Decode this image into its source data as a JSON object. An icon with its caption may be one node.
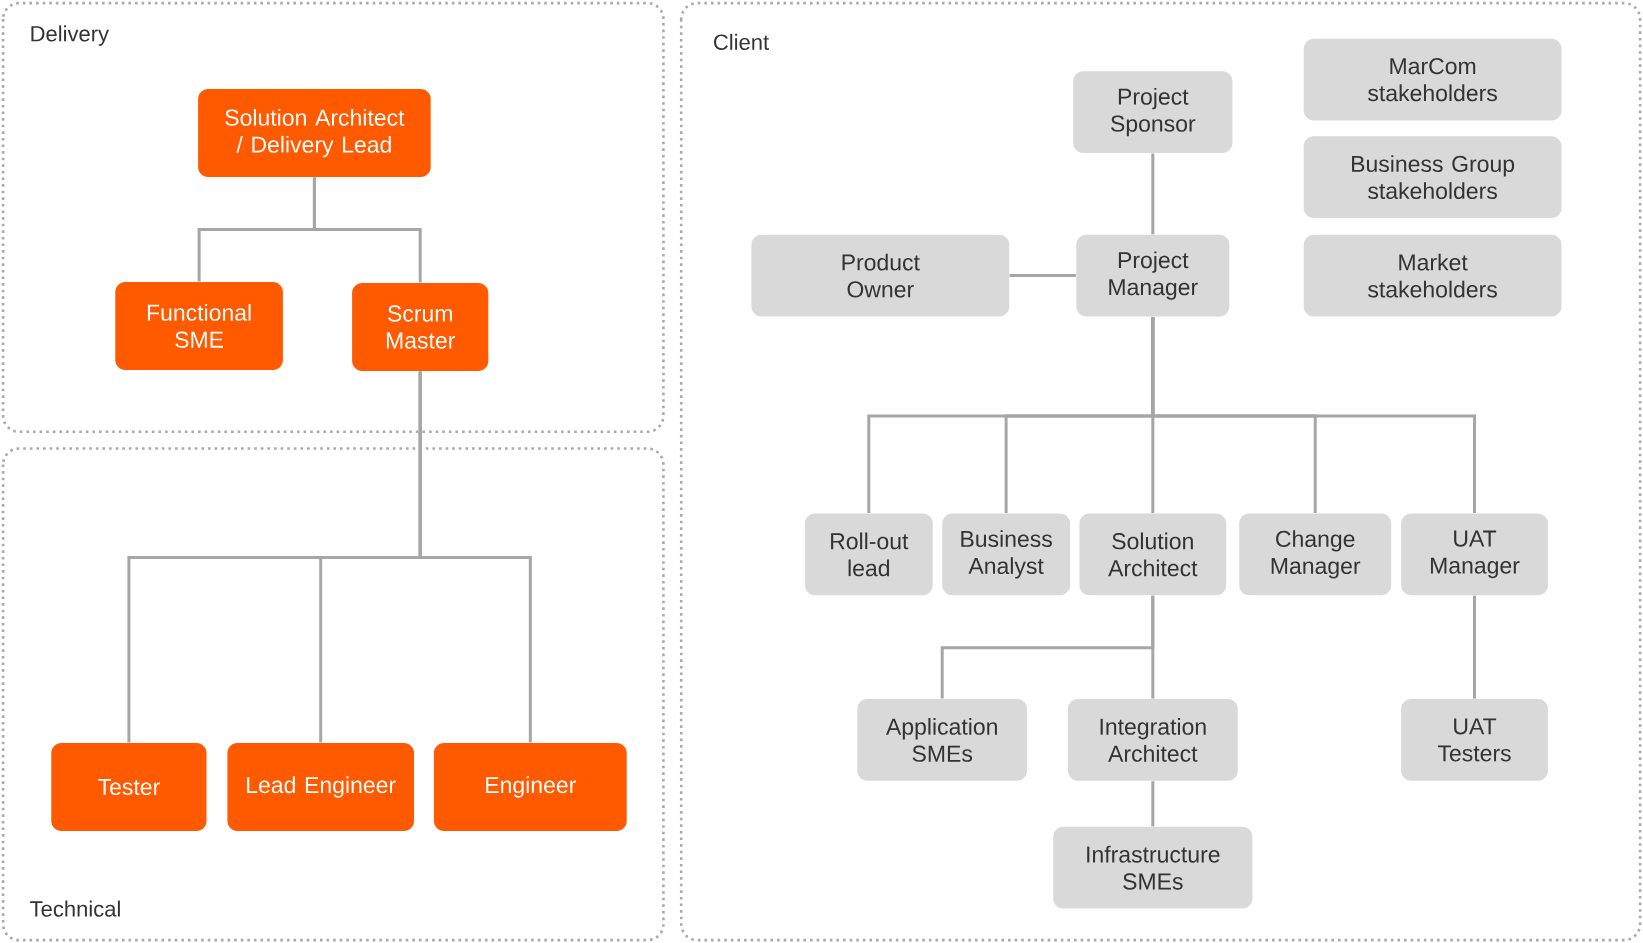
{
  "diagram": {
    "nodes": [
      {
        "text": [
          "Delivery"
        ]
      },
      {
        "text": [
          "Solution Architect / Delivery Lead"
        ],
        "in": 0
      },
      {
        "text": [
          "Functional SME"
        ],
        "in": 0
      },
      {
        "text": [
          "Scrum Master"
        ],
        "in": 0
      },
      {
        "text": [
          "Technical"
        ]
      },
      {
        "text": [
          "Tester"
        ],
        "in": 4
      },
      {
        "text": [
          "Lead Engineer"
        ],
        "in": 4
      },
      {
        "text": [
          "Engineer"
        ],
        "in": 4
      },
      {
        "text": [
          "Client"
        ]
      },
      {
        "text": [
          "Project Sponsor"
        ],
        "in": 8
      },
      {
        "text": [
          "MarCom stakeholders"
        ],
        "in": 8
      },
      {
        "text": [
          "Business Group stakeholders"
        ],
        "in": 8
      },
      {
        "text": [
          "Product Owner"
        ],
        "in": 8
      },
      {
        "text": [
          "Project Manager"
        ],
        "in": 8
      },
      {
        "text": [
          "Market stakeholders"
        ],
        "in": 8
      },
      {
        "text": [
          "Roll-out lead"
        ],
        "in": 8
      },
      {
        "text": [
          "Business Analyst"
        ],
        "in": 8
      },
      {
        "text": [
          "Solution Architect"
        ],
        "in": 8
      },
      {
        "text": [
          "Change Manager"
        ],
        "in": 8
      },
      {
        "text": [
          "UAT Manager"
        ],
        "in": 8
      },
      {
        "text": [
          "Application SMEs"
        ],
        "in": 8
      },
      {
        "text": [
          "Integration Architect"
        ],
        "in": 8
      },
      {
        "text": [
          "UAT Testers"
        ],
        "in": 8
      },
      {
        "text": [
          "Infrastructure SMEs"
        ],
        "in": 8
      }
    ],
    "edges": [
      {
        "from": 1,
        "to": 2,
        "arrow": "none"
      },
      {
        "from": 1,
        "to": 3,
        "arrow": "none"
      },
      {
        "from": 3,
        "to": 5,
        "arrow": "none"
      },
      {
        "from": 3,
        "to": 6,
        "arrow": "none"
      },
      {
        "from": 3,
        "to": 7,
        "arrow": "none"
      },
      {
        "from": 9,
        "to": 13,
        "arrow": "none"
      },
      {
        "from": 12,
        "to": 13,
        "arrow": "none"
      },
      {
        "from": 13,
        "to": 15,
        "arrow": "none"
      },
      {
        "from": 13,
        "to": 16,
        "arrow": "none"
      },
      {
        "from": 13,
        "to": 17,
        "arrow": "none"
      },
      {
        "from": 13,
        "to": 18,
        "arrow": "none"
      },
      {
        "from": 13,
        "to": 19,
        "arrow": "none"
      },
      {
        "from": 17,
        "to": 20,
        "arrow": "none"
      },
      {
        "from": 17,
        "to": 21,
        "arrow": "none"
      },
      {
        "from": 21,
        "to": 23,
        "arrow": "none"
      },
      {
        "from": 19,
        "to": 22,
        "arrow": "none"
      }
    ]
  }
}
